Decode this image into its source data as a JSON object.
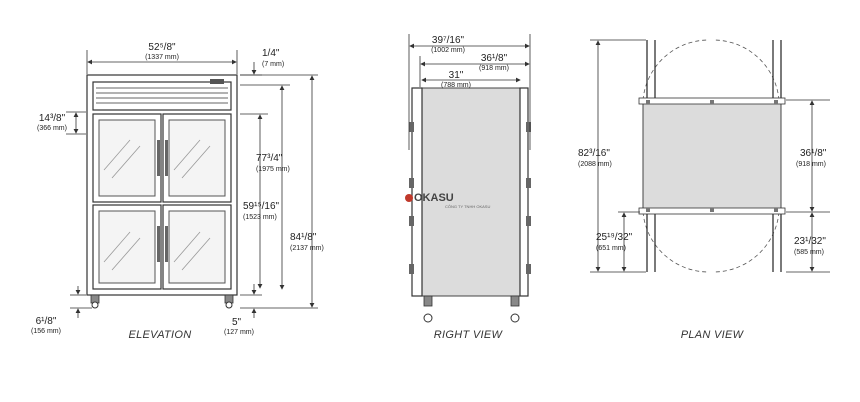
{
  "views": {
    "elevation": {
      "caption": "ELEVATION",
      "width": {
        "inches": "52⁵/8\"",
        "mm": "(1337 mm)"
      },
      "top_gap": {
        "inches": "1/4\"",
        "mm": "(7 mm)"
      },
      "top_band": {
        "inches": "14³/8\"",
        "mm": "(366 mm)"
      },
      "door_height": {
        "inches": "77³/4\"",
        "mm": "(1975 mm)"
      },
      "inner_height": {
        "inches": "59¹⁵/16\"",
        "mm": "(1523 mm)"
      },
      "total_height": {
        "inches": "84¹/8\"",
        "mm": "(2137 mm)"
      },
      "leg_height": {
        "inches": "6¹/8\"",
        "mm": "(156 mm)"
      },
      "bottom_gap": {
        "inches": "5\"",
        "mm": "(127 mm)"
      }
    },
    "right": {
      "caption": "RIGHT VIEW",
      "overall_depth": {
        "inches": "39⁷/16\"",
        "mm": "(1002 mm)"
      },
      "body_depth": {
        "inches": "36¹/8\"",
        "mm": "(918 mm)"
      },
      "inner_depth": {
        "inches": "31\"",
        "mm": "(788 mm)"
      },
      "watermark": "OKASU",
      "watermark_sub": "CÔNG TY TNHH OKASU"
    },
    "plan": {
      "caption": "PLAN VIEW",
      "swing_total": {
        "inches": "82³/16\"",
        "mm": "(2088 mm)"
      },
      "swing_front": {
        "inches": "25¹⁹/32\"",
        "mm": "(651 mm)"
      },
      "depth": {
        "inches": "36¹/8\"",
        "mm": "(918 mm)"
      },
      "swing_back": {
        "inches": "23¹/32\"",
        "mm": "(585 mm)"
      }
    }
  }
}
